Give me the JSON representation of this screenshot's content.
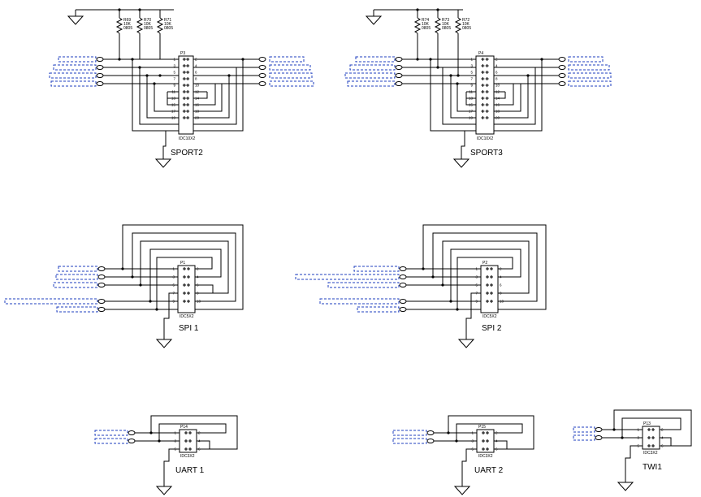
{
  "blocks": {
    "sport2": {
      "title": "SPORT2",
      "connector": "P3",
      "part": "IDC10X2",
      "resistors": [
        {
          "ref": "R69",
          "value": "10K",
          "pkg": "0805"
        },
        {
          "ref": "R70",
          "value": "10K",
          "pkg": "0805"
        },
        {
          "ref": "R71",
          "value": "10K",
          "pkg": "0805"
        }
      ],
      "pins_left": [
        "1",
        "3",
        "5",
        "7",
        "9",
        "11",
        "13",
        "15",
        "17",
        "19"
      ],
      "pins_right": [
        "2",
        "4",
        "6",
        "8",
        "10",
        "12",
        "14",
        "16",
        "18",
        "20"
      ]
    },
    "sport3": {
      "title": "SPORT3",
      "connector": "P4",
      "part": "IDC10X2",
      "resistors": [
        {
          "ref": "R74",
          "value": "10K",
          "pkg": "0805"
        },
        {
          "ref": "R73",
          "value": "10K",
          "pkg": "0805"
        },
        {
          "ref": "R72",
          "value": "10K",
          "pkg": "0805"
        }
      ],
      "pins_left": [
        "1",
        "3",
        "5",
        "7",
        "9",
        "11",
        "13",
        "15",
        "17",
        "19"
      ],
      "pins_right": [
        "2",
        "4",
        "6",
        "8",
        "10",
        "12",
        "14",
        "16",
        "18",
        "20"
      ]
    },
    "spi1": {
      "title": "SPI 1",
      "connector": "P1",
      "part": "IDC5X2",
      "pins_left": [
        "1",
        "3",
        "5",
        "7",
        "9"
      ],
      "pins_right": [
        "2",
        "4",
        "6",
        "8",
        "10"
      ]
    },
    "spi2": {
      "title": "SPI 2",
      "connector": "P2",
      "part": "IDC5X2",
      "pins_left": [
        "1",
        "3",
        "5",
        "7",
        "9"
      ],
      "pins_right": [
        "2",
        "4",
        "6",
        "8",
        "10"
      ]
    },
    "uart1": {
      "title": "UART 1",
      "connector": "P14",
      "part": "IDC3X2",
      "pins_left": [
        "1",
        "3",
        "5"
      ],
      "pins_right": [
        "2",
        "4",
        "6"
      ]
    },
    "uart2": {
      "title": "UART 2",
      "connector": "P15",
      "part": "IDC3X2",
      "pins_left": [
        "1",
        "3",
        "5"
      ],
      "pins_right": [
        "2",
        "4",
        "6"
      ]
    },
    "twi1": {
      "title": "TWI1",
      "connector": "P13",
      "part": "IDC3X2",
      "pins_left": [
        "1",
        "3",
        "5"
      ],
      "pins_right": [
        "2",
        "4",
        "6"
      ]
    }
  }
}
